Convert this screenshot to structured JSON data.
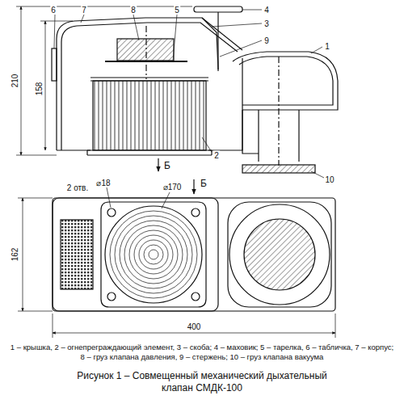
{
  "diagram": {
    "caption": "Рисунок 1 – Совмещенный механический дыхательный клапан СМДК-100",
    "labels": [
      "6",
      "7",
      "8",
      "5",
      "4",
      "3",
      "9",
      "1",
      "2",
      "10",
      "210",
      "158",
      "Б",
      "Б",
      "⌀18",
      "2 отв.",
      "⌀170",
      "162",
      "400",
      "1 – крышка, 2 – огнепреграждающий элемент, 3 – скоба; 4 – маховик; 5 – тарелка, 6 – табличка, 7 – корпус; 8 – груз клапана давления, 9 – стержень; 10 – груз клапана вакуума"
    ]
  }
}
